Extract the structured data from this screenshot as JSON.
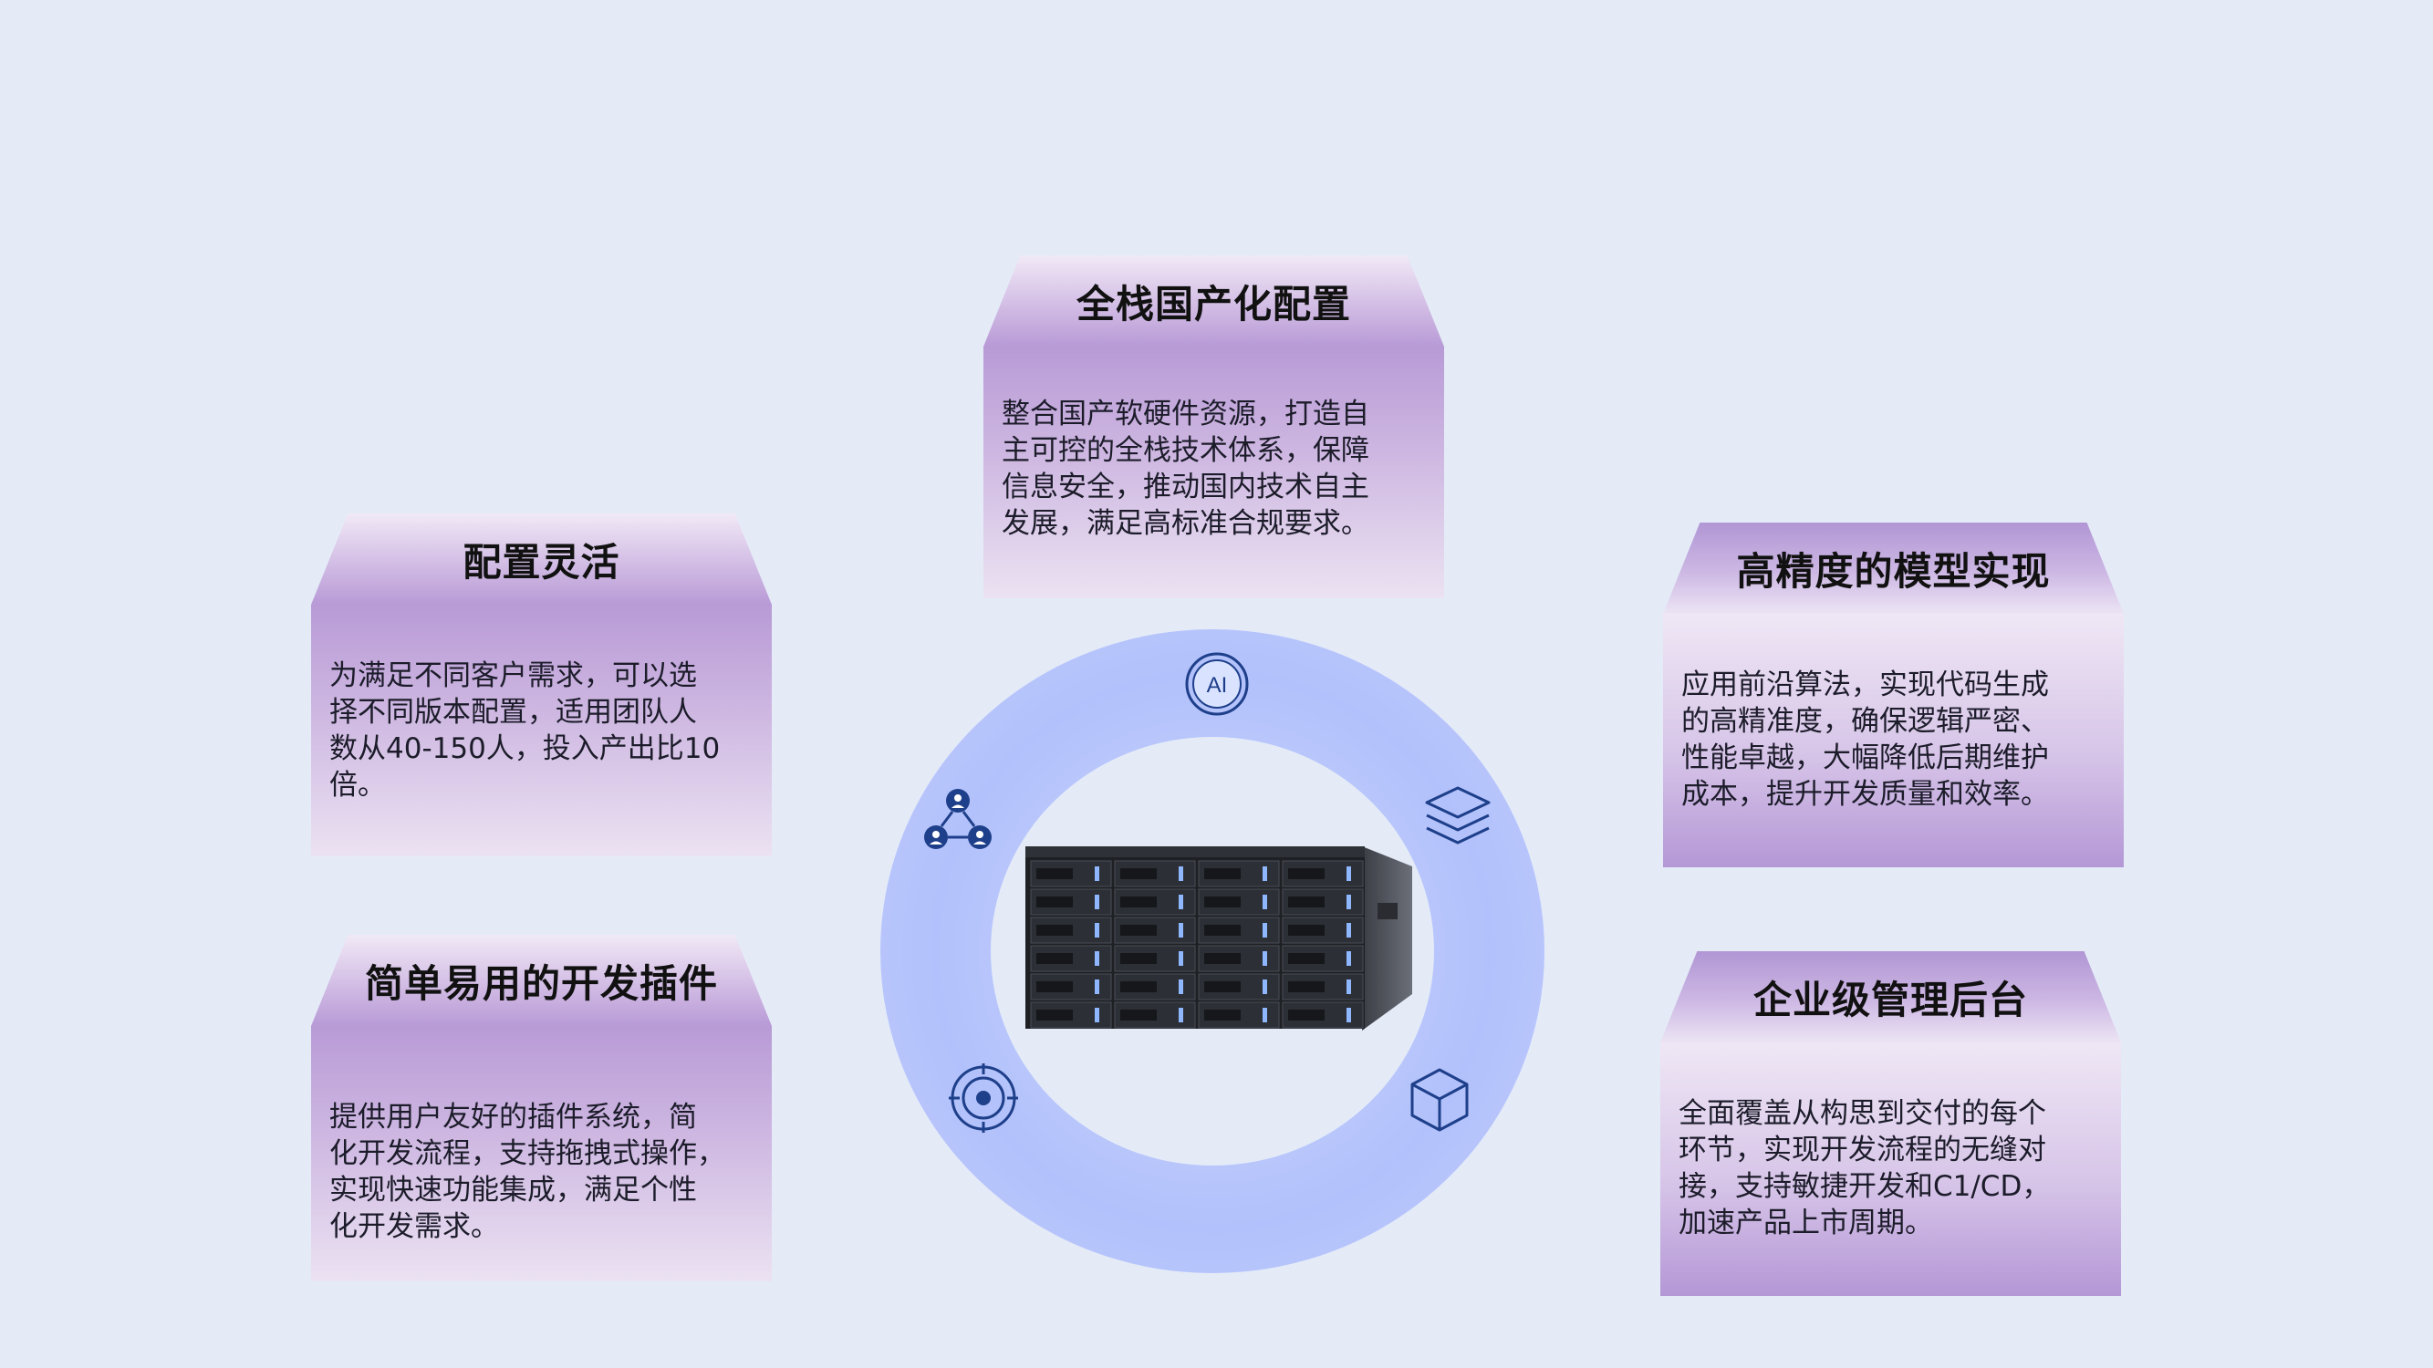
{
  "cards": {
    "full_stack": {
      "title": "全栈国产化配置",
      "lines": [
        "整合国产软硬件资源，打造自",
        "主可控的全栈技术体系，保障",
        "信息安全，推动国内技术自主",
        "发展，满足高标准合规要求。"
      ]
    },
    "flexible": {
      "title": "配置灵活",
      "lines": [
        "为满足不同客户需求，可以选",
        "择不同版本配置，适用团队人",
        "数从40-150人，投入产出比10",
        "倍。"
      ]
    },
    "plugins": {
      "title": "简单易用的开发插件",
      "lines": [
        "提供用户友好的插件系统，简",
        "化开发流程，支持拖拽式操作，",
        "实现快速功能集成，满足个性",
        "化开发需求。"
      ]
    },
    "precision": {
      "title": "高精度的模型实现",
      "lines": [
        "应用前沿算法，实现代码生成",
        "的高精准度，确保逻辑严密、",
        "性能卓越，大幅降低后期维护",
        "成本，提升开发质量和效率。"
      ]
    },
    "enterprise": {
      "title": "企业级管理后台",
      "lines": [
        "全面覆盖从构思到交付的每个",
        "环节，实现开发流程的无缝对",
        "接，支持敏捷开发和C1/CD，",
        "加速产品上市周期。"
      ]
    }
  },
  "center": {
    "ai_badge_text": "AI",
    "icons": [
      "ai-icon",
      "layers-icon",
      "cube-icon",
      "target-icon",
      "team-network-icon",
      "server-image"
    ]
  },
  "colors": {
    "background": "#e4ebf7",
    "card_purple_dark": "#b497d6",
    "card_purple_light": "#efe7f5",
    "ring_blue": "#b2c1fb",
    "icon_blue": "#1e3f8a"
  }
}
